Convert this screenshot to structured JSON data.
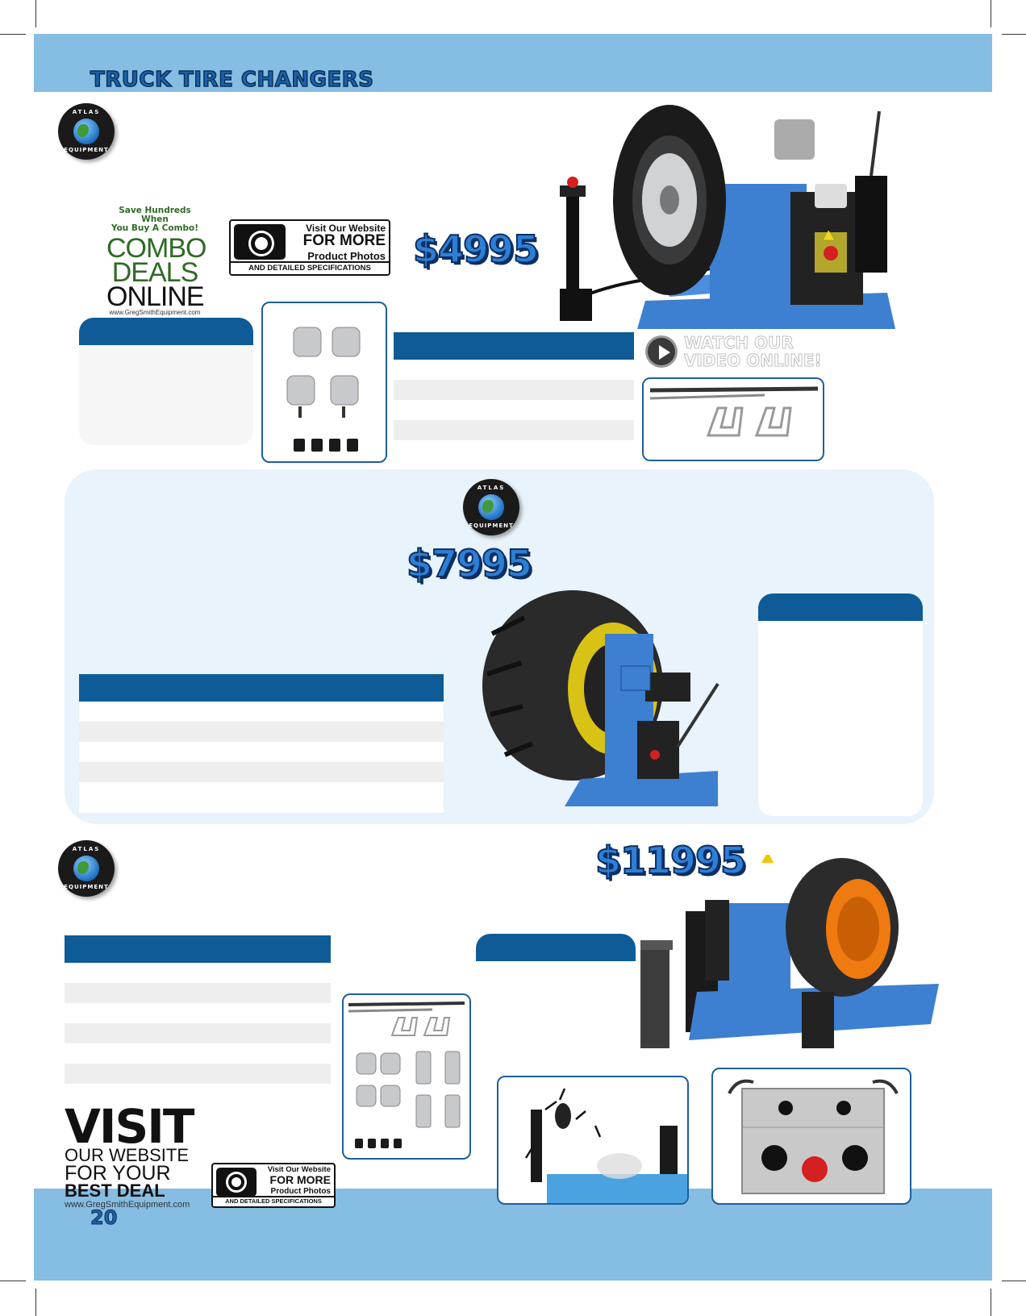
{
  "header": {
    "section_title": "TRUCK TIRE CHANGERS"
  },
  "footer": {
    "page_number": "20"
  },
  "brand": {
    "logo_top": "ATLAS",
    "logo_bottom": "EQUIPMENT"
  },
  "combo": {
    "line1": "Save Hundreds When",
    "line2": "You Buy A Combo!",
    "word1": "COMBO",
    "word2": "DEALS",
    "word3": "ONLINE",
    "url": "www.GregSmithEquipment.com"
  },
  "visit_badge": {
    "line1": "Visit Our Website",
    "line2": "FOR MORE",
    "line3": "Product Photos",
    "line4": "AND DETAILED SPECIFICATIONS"
  },
  "watch": {
    "line1": "WATCH OUR",
    "line2": "VIDEO ONLINE!"
  },
  "products": [
    {
      "price": "$4995"
    },
    {
      "price": "$7995"
    },
    {
      "price": "$11995"
    }
  ],
  "visit_website": {
    "line1": "VISIT",
    "line2": "OUR WEBSITE",
    "line3": "FOR YOUR",
    "line4": "BEST DEAL",
    "url": "www.GregSmithEquipment.com"
  },
  "colors": {
    "band": "#85bde3",
    "header_blue": "#0e5b98",
    "price_blue": "#2d7fd6",
    "panel_bg": "#e8f3fb",
    "machine_blue": "#3d7fd0"
  }
}
